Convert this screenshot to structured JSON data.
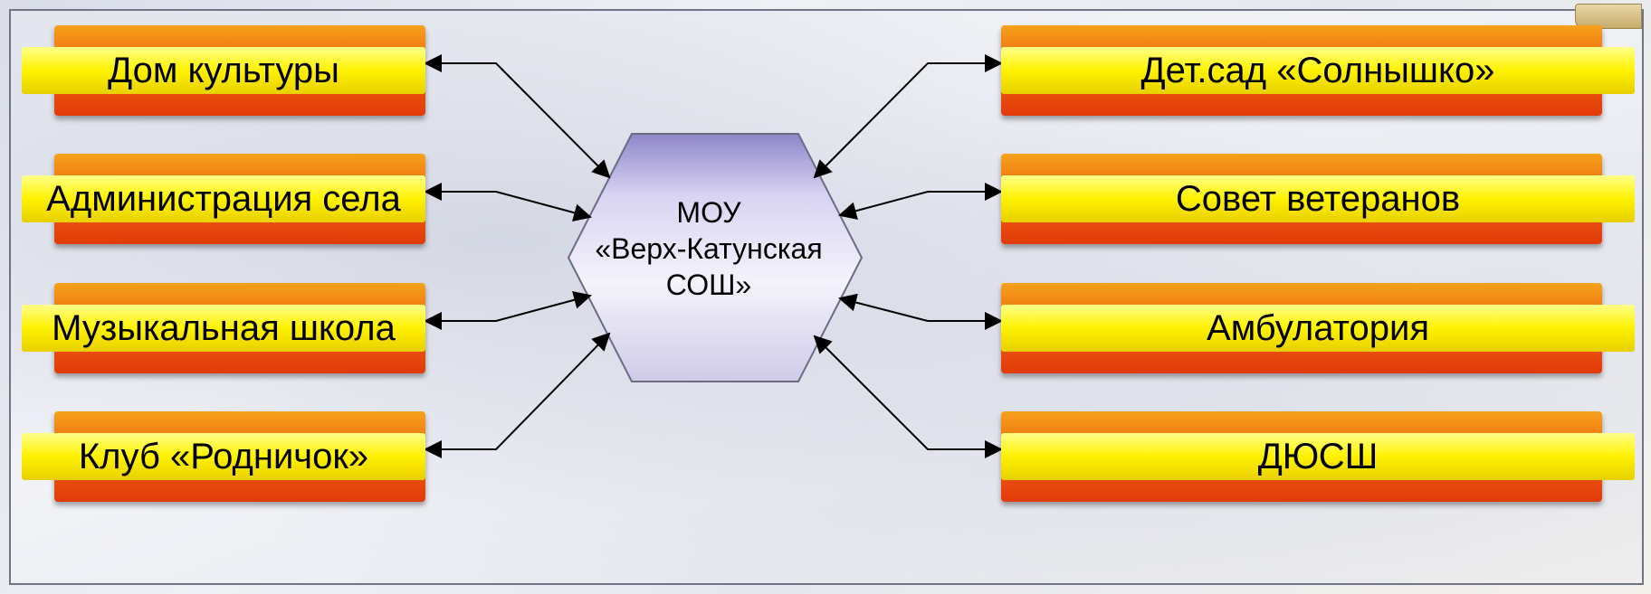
{
  "center": {
    "line1": "МОУ",
    "line2": "«Верх-Катунская",
    "line3": "СОШ»"
  },
  "left_nodes": [
    {
      "label": "Дом культуры"
    },
    {
      "label": "Администрация села"
    },
    {
      "label": "Музыкальная школа"
    },
    {
      "label": "Клуб «Родничок»"
    }
  ],
  "right_nodes": [
    {
      "label": "Дет.сад «Солнышко»"
    },
    {
      "label": "Совет ветеранов"
    },
    {
      "label": "Амбулатория"
    },
    {
      "label": "ДЮСШ"
    }
  ],
  "colors": {
    "box_orange": "#f06a10",
    "box_yellow": "#fff200",
    "hexagon": "#d6d2f0"
  }
}
